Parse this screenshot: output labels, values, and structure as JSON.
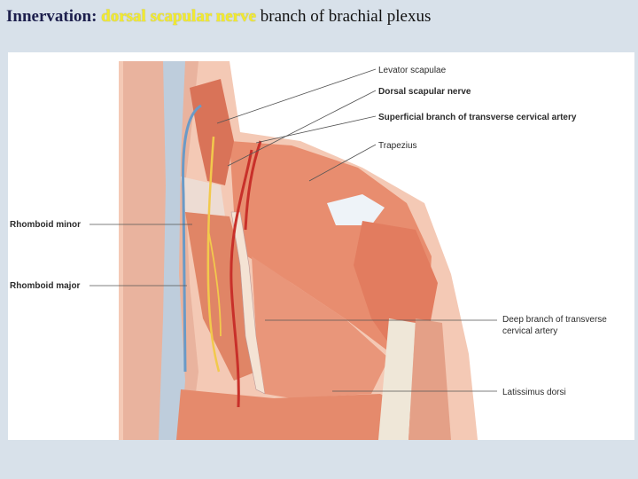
{
  "title": {
    "lead": "Innervation:",
    "highlight": "dorsal scapular nerve",
    "rest": "branch of brachial plexus"
  },
  "labels": {
    "levator_scapulae": "Levator scapulae",
    "dorsal_scapular_nerve": "Dorsal scapular nerve",
    "superficial_branch": "Superficial branch of transverse cervical artery",
    "trapezius": "Trapezius",
    "rhomboid_minor": "Rhomboid minor",
    "rhomboid_major": "Rhomboid major",
    "deep_branch_1": "Deep branch of transverse",
    "deep_branch_2": "cervical artery",
    "latissimus_dorsi": "Latissimus dorsi"
  },
  "colors": {
    "background": "#d8e1ea",
    "title_highlight": "#f2ea30",
    "muscle": "#e88d6f",
    "nerve": "#f2c94c",
    "artery": "#c8302a",
    "fascia": "#a9c4dd"
  }
}
